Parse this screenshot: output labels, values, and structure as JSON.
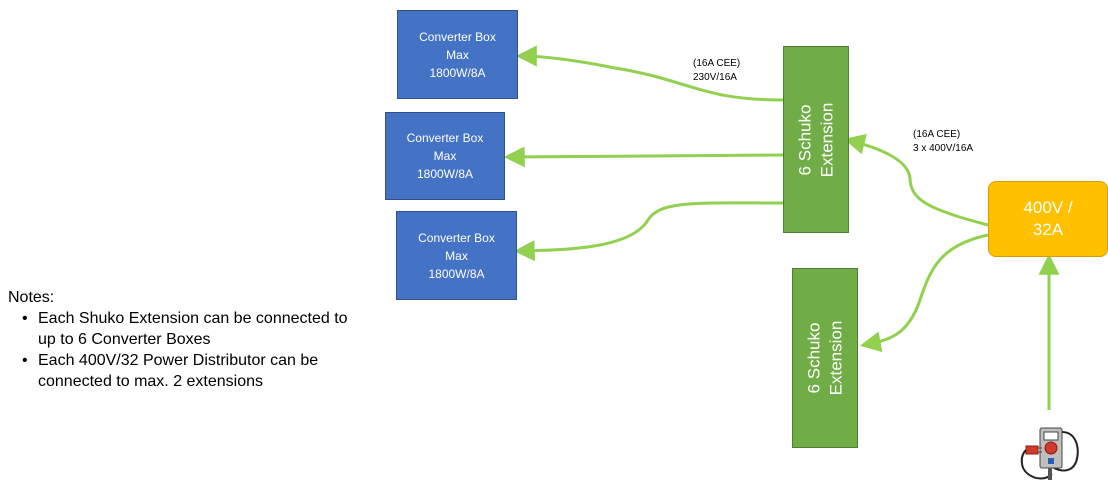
{
  "colors": {
    "converter": "#4472c4",
    "extension": "#70ad47",
    "distributor": "#ffc000",
    "wire": "#92d050"
  },
  "converters": [
    {
      "label": "Converter Box\nMax\n1800W/8A"
    },
    {
      "label": "Converter Box\nMax\n1800W/8A"
    },
    {
      "label": "Converter Box\nMax\n1800W/8A"
    }
  ],
  "extensions": [
    {
      "label": "6 Schuko\nExtension"
    },
    {
      "label": "6 Schuko\nExtension"
    }
  ],
  "distributor": {
    "label": "400V /\n32A"
  },
  "connections": {
    "single_phase": "(16A CEE)\n230V/16A",
    "three_phase": "(16A CEE)\n3 x 400V/16A"
  },
  "notes": {
    "title": "Notes:",
    "items": [
      "Each Shuko Extension can be connected to up to 6 Converter Boxes",
      "Each 400V/32 Power Distributor can be connected to max. 2 extensions"
    ]
  },
  "icons": {
    "power_source": "power-plug-socket-icon"
  }
}
